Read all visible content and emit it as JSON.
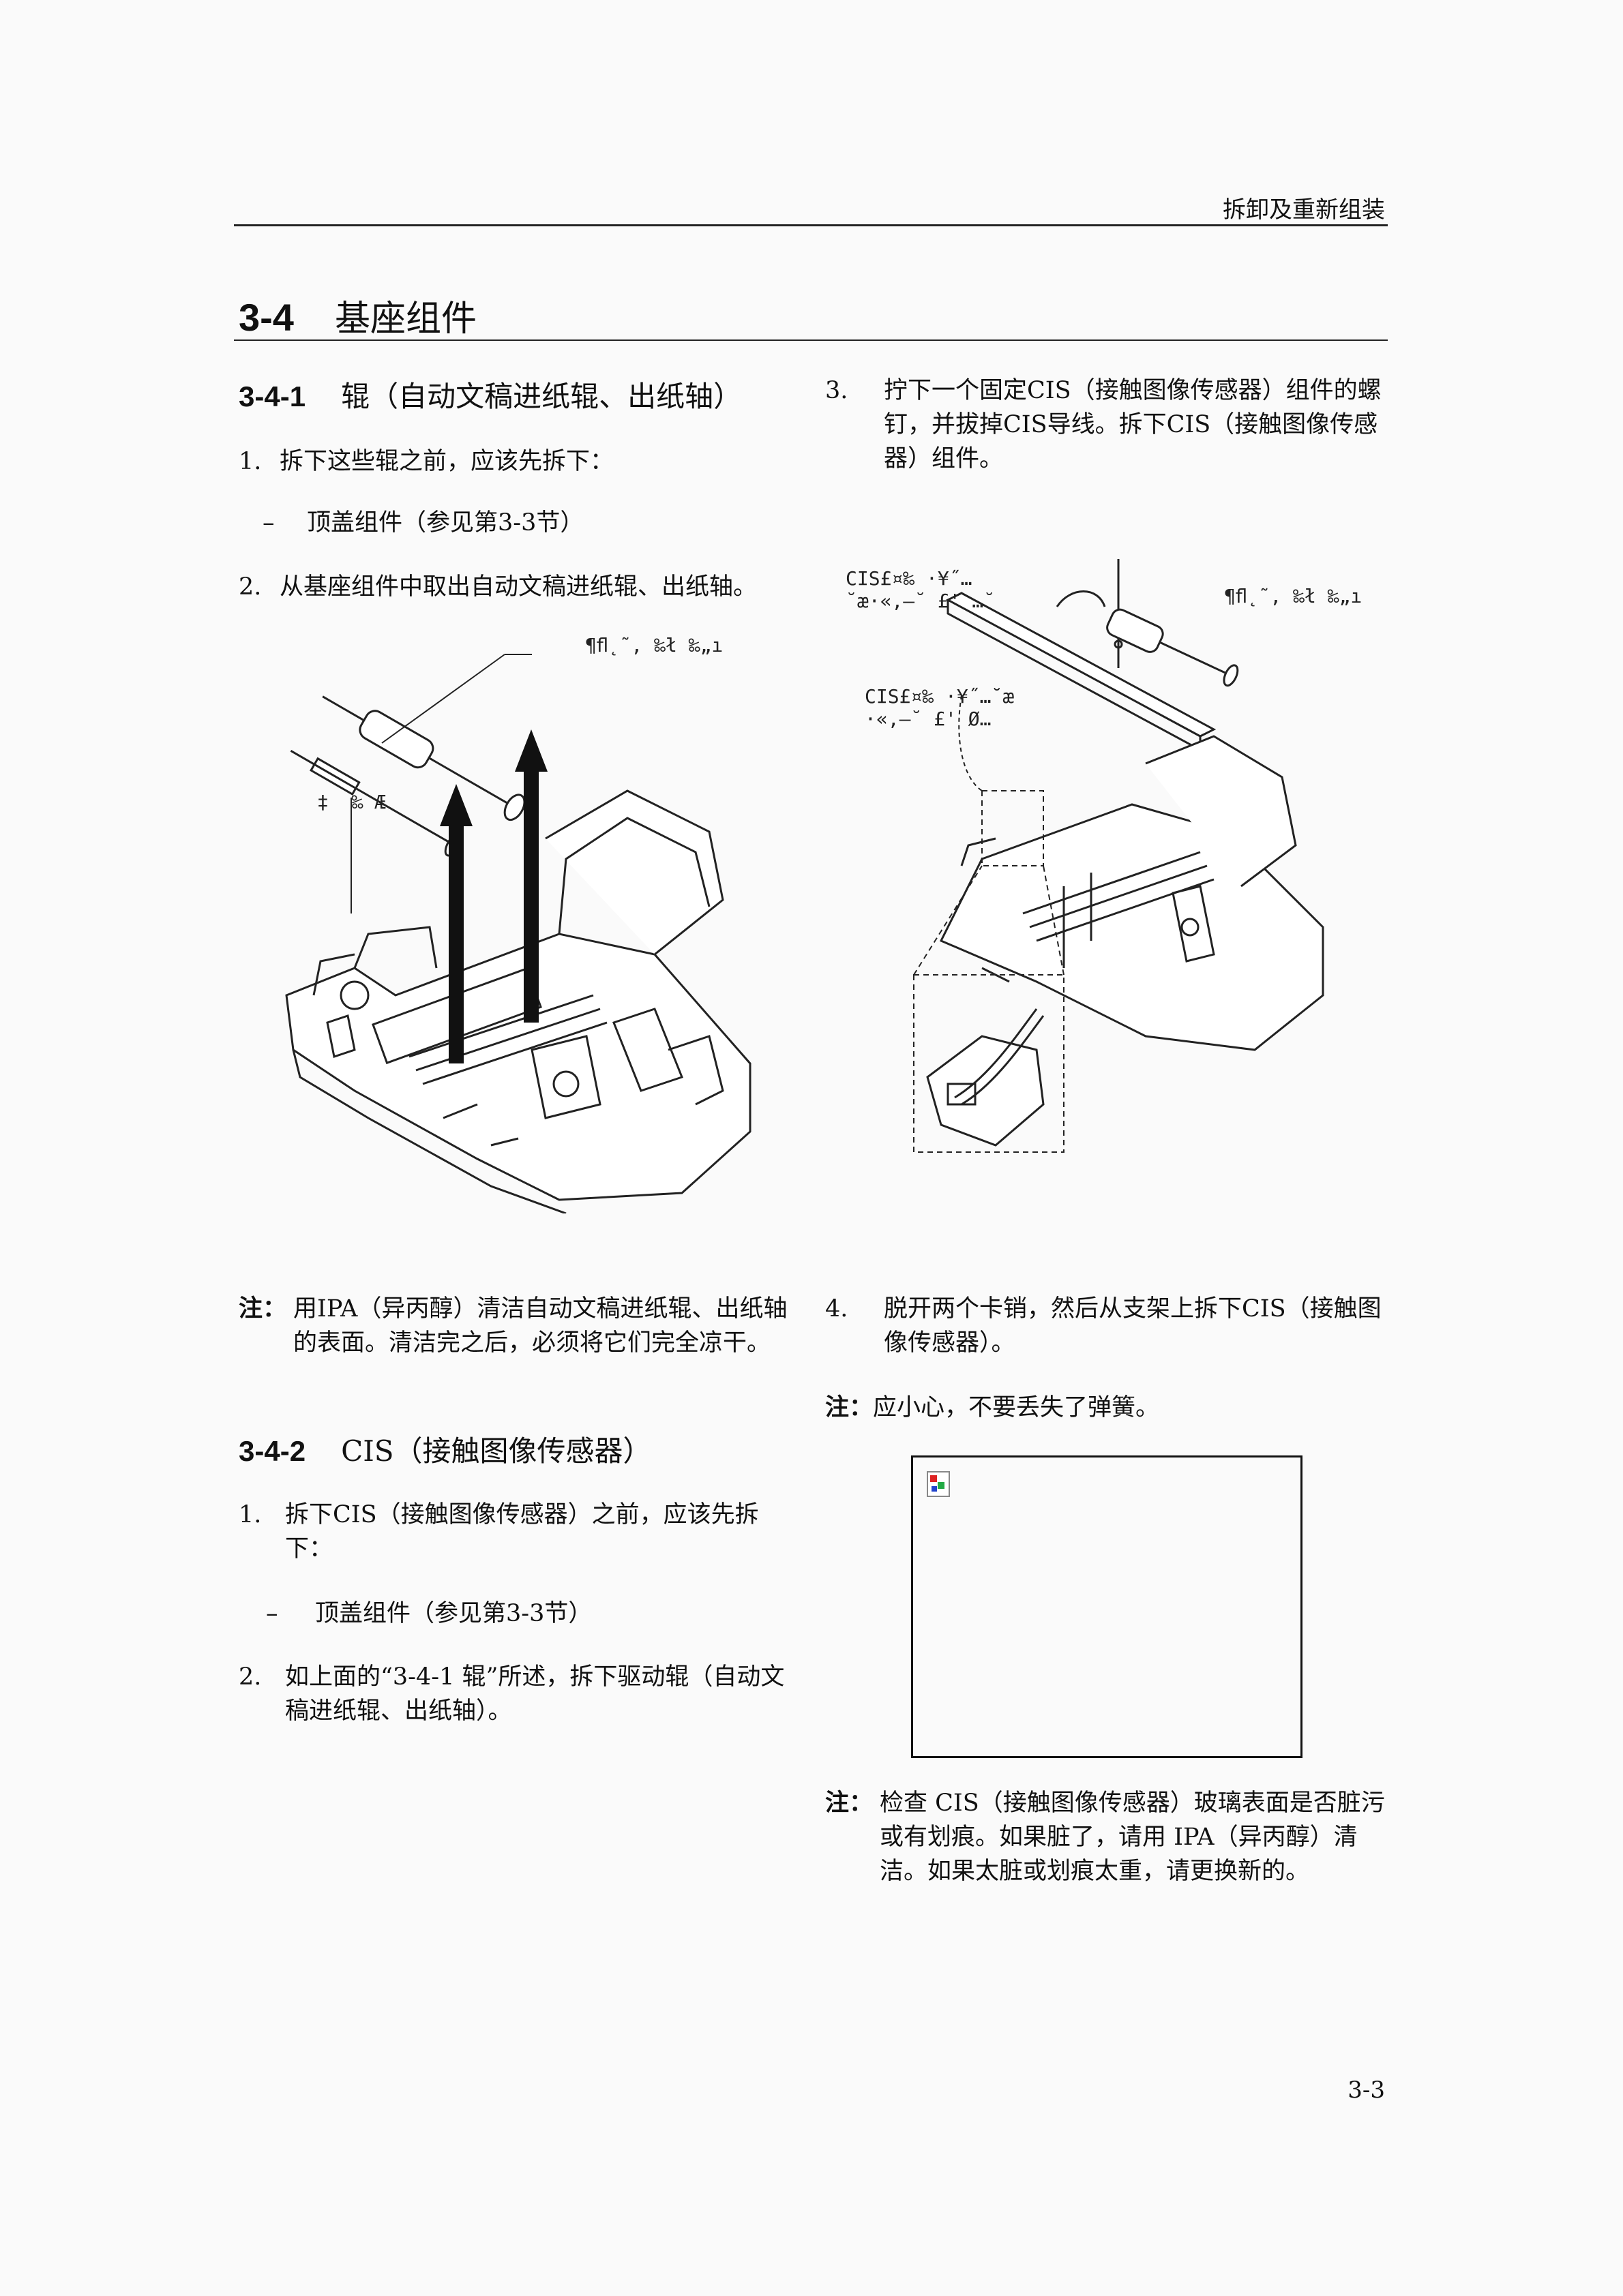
{
  "header": {
    "chapter": "拆卸及重新组装",
    "page_number": "3-3"
  },
  "section": {
    "number": "3-4",
    "title": "基座组件"
  },
  "left": {
    "sub1": {
      "number": "3-4-1",
      "title": "辊（自动文稿进纸辊、出纸轴）"
    },
    "s1_step1": {
      "n": "1.",
      "text": "拆下这些辊之前，应该先拆下："
    },
    "s1_dash": {
      "n": "–",
      "text": "顶盖组件（参见第3-3节）"
    },
    "s1_step2": {
      "n": "2.",
      "text": "从基座组件中取出自动文稿进纸辊、出纸轴。"
    },
    "fig1_callout_a": "¶ﬂ˛˜, ‰ł ‰„ı",
    "fig1_callout_b": "‡  ‰ Æ",
    "note1": {
      "label": "注：",
      "text": "用IPA（异丙醇）清洁自动文稿进纸辊、出纸轴的表面。清洁完之后，必须将它们完全凉干。"
    },
    "sub2": {
      "number": "3-4-2",
      "title": "CIS（接触图像传感器）"
    },
    "s2_step1": {
      "n": "1.",
      "text": "拆下CIS（接触图像传感器）之前，应该先拆下："
    },
    "s2_dash": {
      "n": "–",
      "text": "顶盖组件（参见第3-3节）"
    },
    "s2_step2": {
      "n": "2.",
      "text": "如上面的“3-4-1 辊”所述，拆下驱动辊（自动文稿进纸辊、出纸轴）。"
    }
  },
  "right": {
    "step3": {
      "n": "3.",
      "text": "拧下一个固定CIS（接触图像传感器）组件的螺钉，并拔掉CIS导线。拆下CIS（接触图像传感器）组件。"
    },
    "fig2_callout_a": "CIS£¤‰ ·¥˝…\n˘æ·«‚–˘ £' …˘",
    "fig2_callout_b": "¶ﬂ˛˜, ‰ł ‰„ı",
    "fig2_callout_c": "CIS£¤‰ ·¥˝…˘æ\n·«‚–˘ £' Ø…",
    "step4": {
      "n": "4.",
      "text": "脱开两个卡销，然后从支架上拆下CIS（接触图像传感器）。"
    },
    "note2": {
      "label": "注：",
      "text": "应小心，不要丢失了弹簧。"
    },
    "note3": {
      "label": "注：",
      "text": "检查 CIS（接触图像传感器）玻璃表面是否脏污或有划痕。如果脏了，请用 IPA（异丙醇）清洁。如果太脏或划痕太重，请更换新的。"
    }
  }
}
